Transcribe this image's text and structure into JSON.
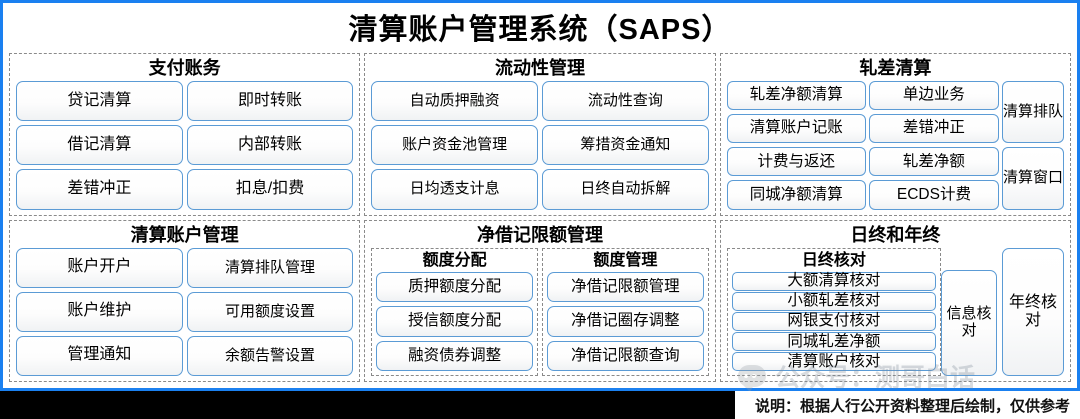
{
  "title": "清算账户管理系统（SAPS）",
  "footnote": "说明：根据人行公开资料整理后绘制，仅供参考",
  "watermark": "公众号：测哥白话",
  "colors": {
    "frame_border": "#1a80f0",
    "box_border": "#5b9bd5",
    "panel_border": "#8a8a8a",
    "text": "#000000",
    "strip": "#000000"
  },
  "panels": {
    "payment": {
      "title": "支付账务",
      "col1": [
        "贷记清算",
        "借记清算",
        "差错冲正"
      ],
      "col2": [
        "即时转账",
        "内部转账",
        "扣息/扣费"
      ]
    },
    "liquidity": {
      "title": "流动性管理",
      "col1": [
        "自动质押融资",
        "账户资金池管理",
        "日均透支计息"
      ],
      "col2": [
        "流动性查询",
        "筹措资金通知",
        "日终自动拆解"
      ]
    },
    "netting": {
      "title": "轧差清算",
      "col1": [
        "轧差净额清算",
        "清算账户记账",
        "计费与返还",
        "同城净额清算"
      ],
      "col2": [
        "单边业务",
        "差错冲正",
        "轧差净额",
        "ECDS计费"
      ],
      "col3": [
        "清算排队",
        "清算窗口"
      ]
    },
    "account": {
      "title": "清算账户管理",
      "col1": [
        "账户开户",
        "账户维护",
        "管理通知"
      ],
      "col2": [
        "清算排队管理",
        "可用额度设置",
        "余额告警设置"
      ]
    },
    "quota": {
      "title": "净借记限额管理",
      "sub1": {
        "title": "额度分配",
        "items": [
          "质押额度分配",
          "授信额度分配",
          "融资债券调整"
        ]
      },
      "sub2": {
        "title": "额度管理",
        "items": [
          "净借记限额管理",
          "净借记圈存调整",
          "净借记限额查询"
        ]
      }
    },
    "eod": {
      "title": "日终和年终",
      "sub": {
        "title": "日终核对",
        "items": [
          "大额清算核对",
          "小额轧差核对",
          "网银支付核对",
          "同城轧差净额",
          "清算账户核对"
        ]
      },
      "info": "信息核对",
      "eoy": "年终核对"
    }
  }
}
